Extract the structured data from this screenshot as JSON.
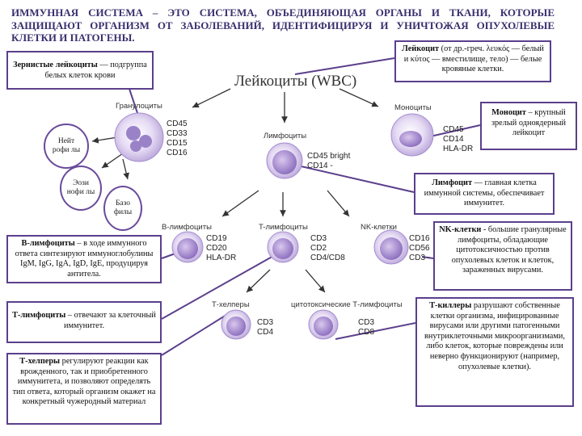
{
  "title": "ИММУННАЯ СИСТЕМА – ЭТО СИСТЕМА, ОБЪЕДИНЯЮЩАЯ ОРГАНЫ И ТКАНИ, КОТОРЫЕ ЗАЩИЩАЮТ ОРГАНИЗМ ОТ ЗАБОЛЕВАНИЙ, ИДЕНТИФИЦИРУЯ И УНИЧТОЖАЯ ОПУХОЛЕВЫЕ КЛЕТКИ И ПАТОГЕНЫ.",
  "diagram": {
    "header": "Лейкоциты (WBC)",
    "granulocytes": {
      "label": "Гранулоциты",
      "markers": "CD45\nCD33\nCD15\nCD16"
    },
    "monocytes": {
      "label": "Моноциты",
      "markers": "CD45\nCD14\nHLA-DR"
    },
    "lymphocytes": {
      "label": "Лимфоциты",
      "markers": "CD45 bright\nCD14 -"
    },
    "b_cells": {
      "label": "B-лимфоциты",
      "markers": "CD19\nCD20\nHLA-DR"
    },
    "t_cells": {
      "label": "T-лимфоциты",
      "markers": "CD3\nCD2\nCD4/CD8"
    },
    "nk_cells": {
      "label": "NK-клетки",
      "markers": "CD16\nCD56\nCD3 -"
    },
    "t_helpers": {
      "label": "Т-хелперы",
      "markers": "CD3\nCD4"
    },
    "t_cytotoxic": {
      "label": "цитотоксические Т-лимфоциты",
      "markers": "CD3\nCD8"
    }
  },
  "ovals": {
    "neutrophils": "Нейт рофи лы",
    "eosinophils": "Эози нофи лы",
    "basophils": "Базо филы"
  },
  "notes": {
    "granular": {
      "bold": "Зернистые лейкоциты",
      "text": " — подгруппа белых клеток крови"
    },
    "leukocyte": {
      "bold": "Лейкоцит",
      "text": " (от др.-греч. λευκός — белый и κύτος — вместилище, тело) — белые кровяные клетки."
    },
    "monocyte": {
      "bold": "Моноцит",
      "text": " – крупный зрелый одноядерный лейкоцит"
    },
    "lymphocyte": {
      "bold": "Лимфоцит",
      "text": " — главная клетка иммунной системы, обеспечивает иммунитет."
    },
    "b_lymph": {
      "bold": "В-лимфоциты",
      "text": " – в ходе иммунного ответа синтезируют иммуноглобулины IgM, IgG, IgA, IgD, IgE, продуцируя антитела."
    },
    "nk": {
      "bold": "NK-клетки",
      "text": " - большие гранулярные лимфоциты, обладающие цитотоксичностью против опухолевых клеток и клеток, зараженных вирусами."
    },
    "t_lymph": {
      "bold": "Т-лимфоциты",
      "text": " – отвечают за клеточный иммунитет."
    },
    "t_killers": {
      "bold": "Т-киллеры",
      "text": " разрушают собственные клетки организма, инфицированные вирусами или другими патогенными внутриклеточными микроорганизмами, либо клеток, которые повреждены или неверно функционируют (например, опухолевые клетки)."
    },
    "t_helpers": {
      "bold": "Т-хелперы",
      "text": " регулируют реакции как врожденного, так и приобретенного иммунитета, и позволяют определять тип ответа, который организм окажет на конкретный чужеродный материал"
    }
  },
  "colors": {
    "title": "#3a2f6e",
    "border": "#5b3f8c",
    "cell": "#c9b6e6"
  }
}
